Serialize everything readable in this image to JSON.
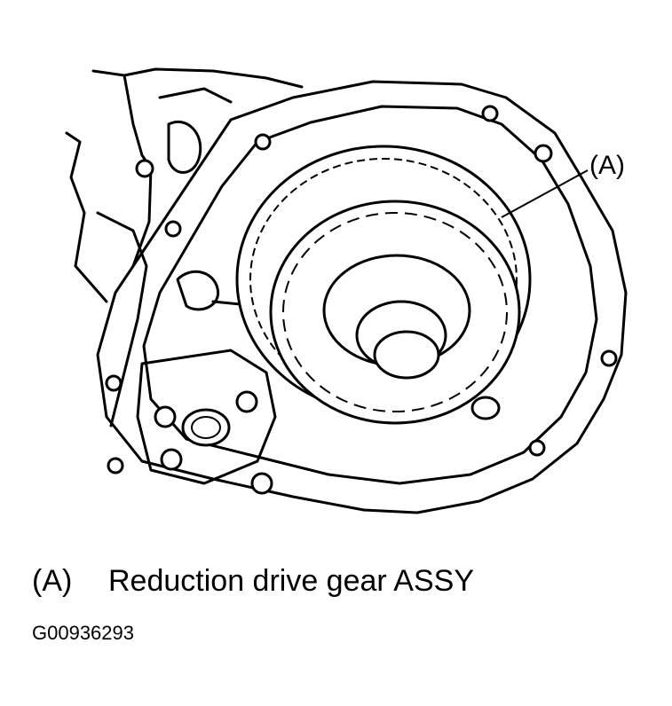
{
  "callout": {
    "label": "(A)"
  },
  "legend": [
    {
      "key": "(A)",
      "text": "Reduction drive gear ASSY"
    }
  ],
  "figure_id": "G00936293"
}
